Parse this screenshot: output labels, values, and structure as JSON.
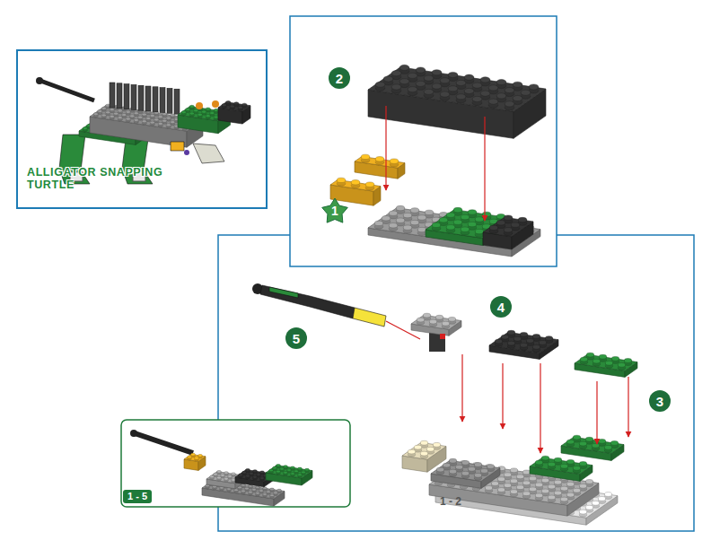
{
  "diagram": {
    "nodes": [
      {
        "text": [
          "ALLIGATOR SNAPPING TURTLE"
        ]
      },
      {
        "text": [
          "2"
        ]
      },
      {
        "text": [
          "1"
        ]
      },
      {
        "text": [
          "4"
        ]
      },
      {
        "text": [
          "5"
        ]
      },
      {
        "text": [
          "3"
        ]
      },
      {
        "text": [
          "1 - 5"
        ]
      }
    ],
    "labels": [
      "1 - 2"
    ]
  }
}
